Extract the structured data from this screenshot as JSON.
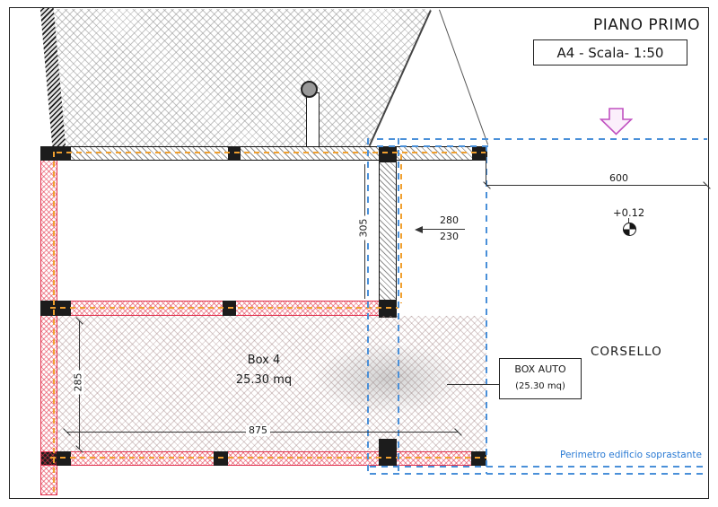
{
  "title_block": {
    "title": "PIANO PRIMO",
    "scale": "A4 - Scala- 1:50"
  },
  "room": {
    "name": "Box 4",
    "area": "25.30 mq"
  },
  "annotations": {
    "corsello": "CORSELLO",
    "box_auto_title": "BOX AUTO",
    "box_auto_area": "(25.30 mq)",
    "perimeter_note": "Perimetro edificio soprastante",
    "level": "+0.12"
  },
  "dimensions": {
    "d600": "600",
    "d280": "280",
    "d230": "230",
    "d305": "305",
    "d285": "285",
    "d875": "875"
  },
  "icons": {
    "down_arrow": "down-arrow-icon",
    "level_benchmark": "level-benchmark-icon"
  },
  "colors": {
    "dashed_blue": "#4a90d9",
    "dashed_orange": "#f0a030",
    "wall_red": "#e0314e",
    "arrow_magenta": "#c050c0",
    "line_black": "#1a1a1a"
  }
}
